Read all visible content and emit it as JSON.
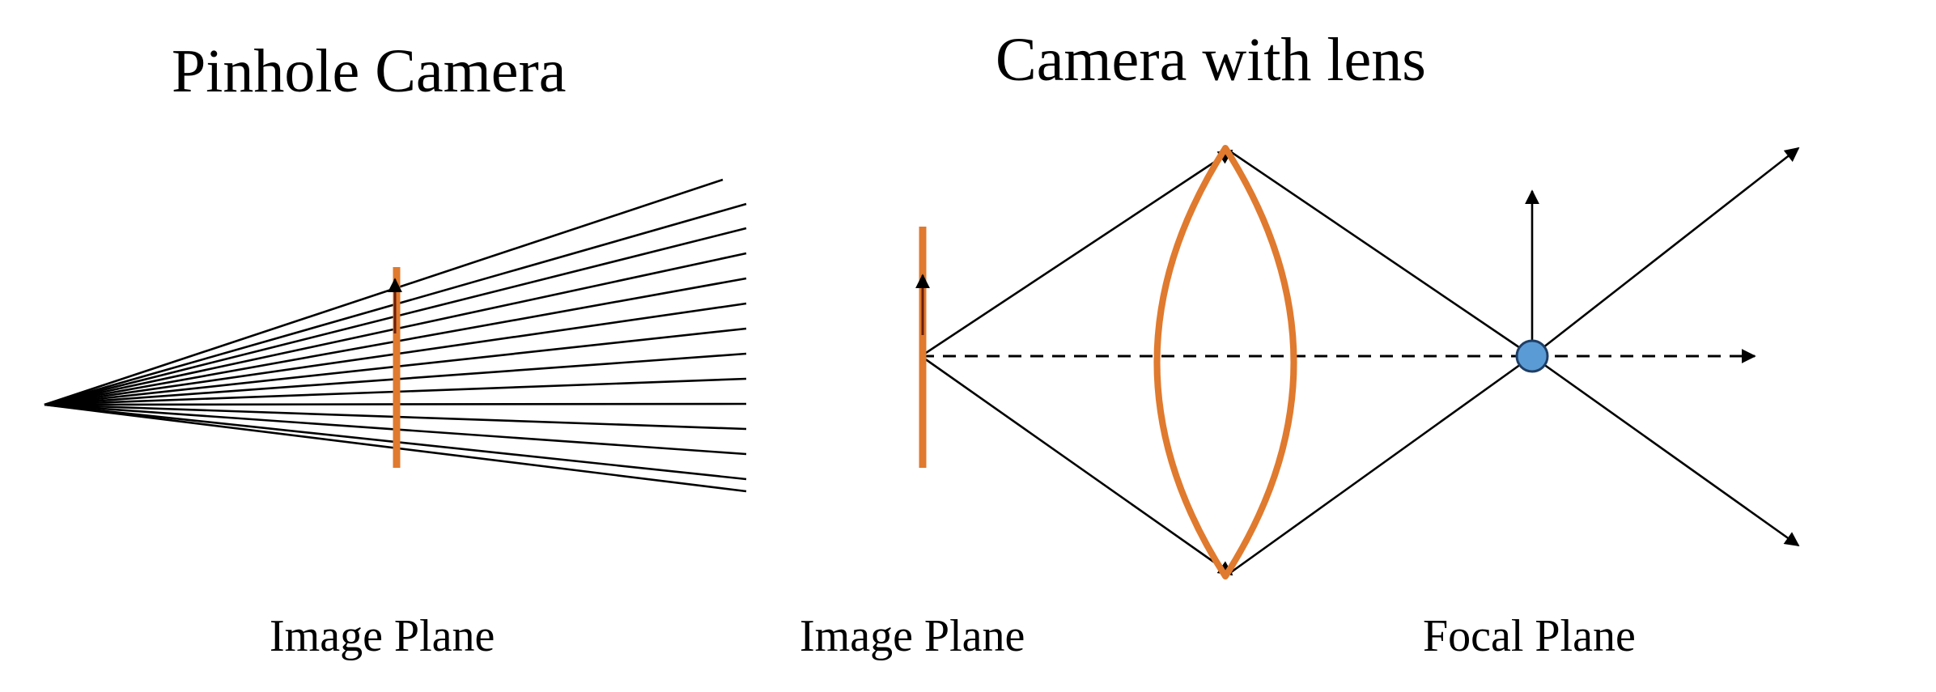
{
  "pinhole": {
    "title": "Pinhole Camera",
    "image_plane_label": "Image Plane"
  },
  "lens": {
    "title": "Camera with lens",
    "image_plane_label": "Image Plane",
    "focal_plane_label": "Focal Plane"
  },
  "colors": {
    "ink": "#000000",
    "plane_orange": "#E07A2E",
    "object_arrow": "#6B1F0A",
    "focal_point_fill": "#5B9BD5",
    "focal_point_stroke": "#1F3F66"
  }
}
